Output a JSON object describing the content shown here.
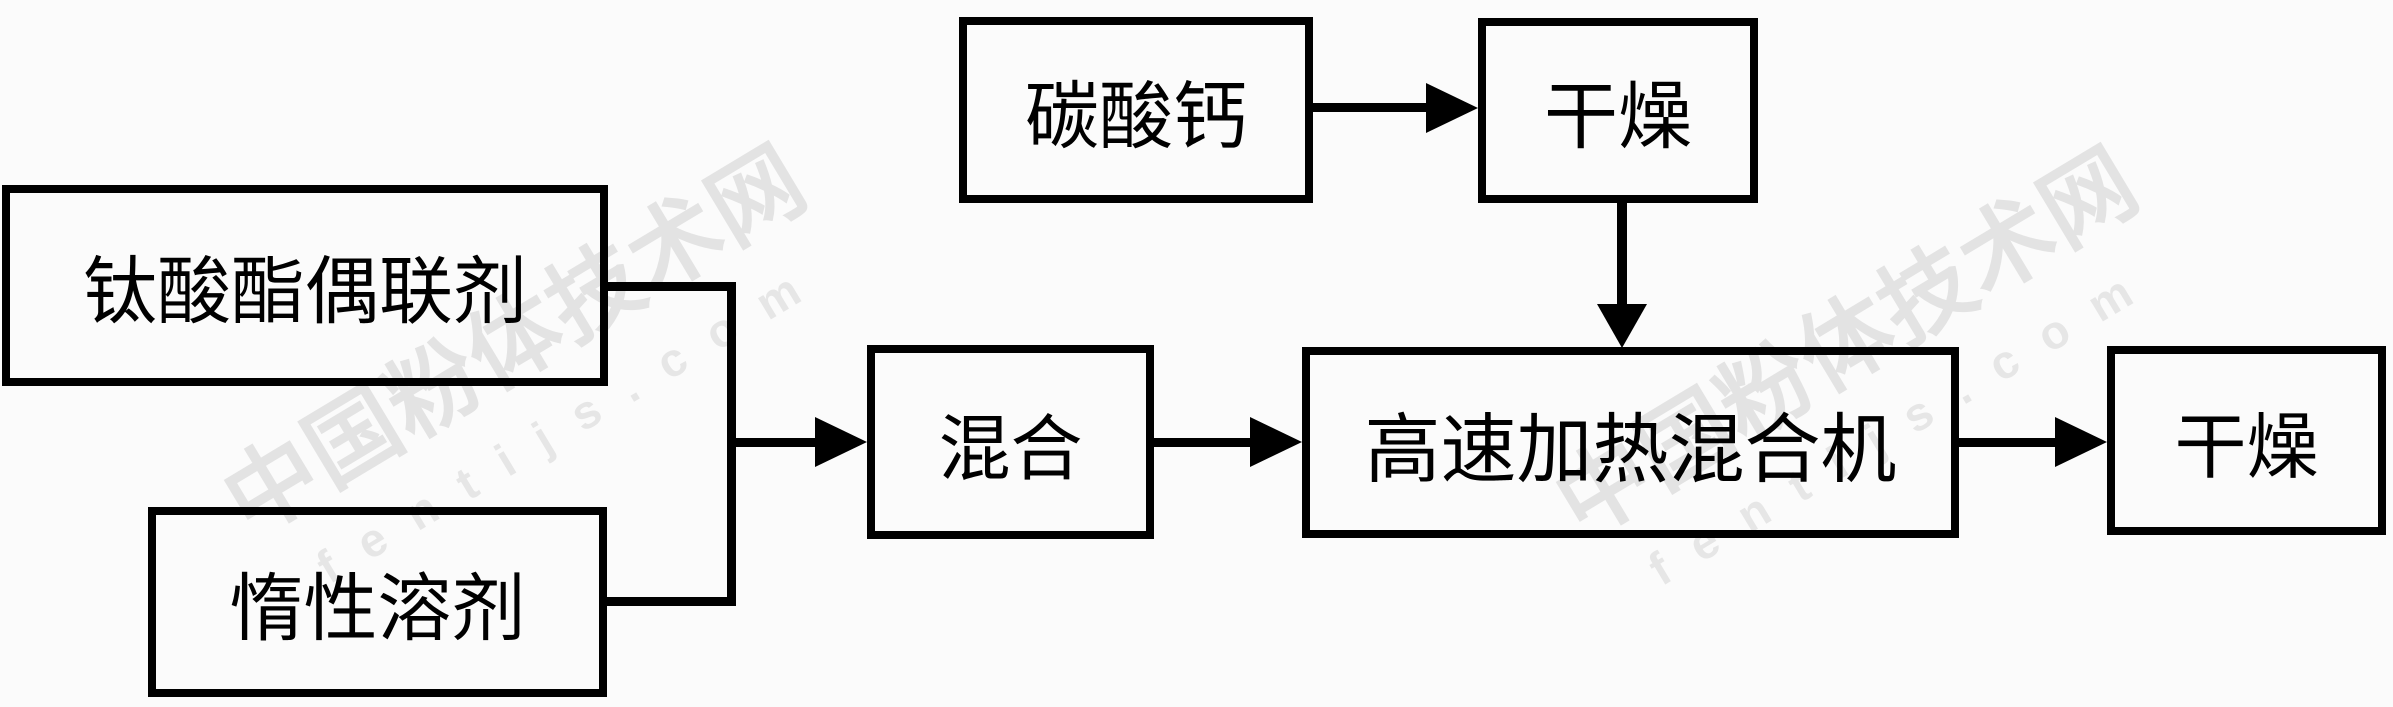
{
  "diagram": {
    "type": "flowchart",
    "nodes": [
      {
        "id": "calcium-carbonate",
        "label": "碳酸钙"
      },
      {
        "id": "drying-top",
        "label": "干燥"
      },
      {
        "id": "titanate-coupling-agent",
        "label": "钛酸酯偶联剂"
      },
      {
        "id": "inert-solvent",
        "label": "惰性溶剂"
      },
      {
        "id": "mixing",
        "label": "混合"
      },
      {
        "id": "high-speed-heating-mixer",
        "label": "高速加热混合机"
      },
      {
        "id": "drying-final",
        "label": "干燥"
      }
    ],
    "edges": [
      {
        "from": "碳酸钙",
        "to": "干燥"
      },
      {
        "from": "干燥",
        "to": "高速加热混合机"
      },
      {
        "from": "钛酸酯偶联剂",
        "to": "混合"
      },
      {
        "from": "惰性溶剂",
        "to": "混合"
      },
      {
        "from": "混合",
        "to": "高速加热混合机"
      },
      {
        "from": "高速加热混合机",
        "to": "干燥"
      }
    ],
    "colors": {
      "box_border": "#000000",
      "line": "#000000",
      "text": "#000000",
      "background": "#fbfbfb"
    }
  },
  "watermark": {
    "line1": "中国粉体技术网",
    "line2": "fentijs.com",
    "color": "#e3e3e3"
  }
}
